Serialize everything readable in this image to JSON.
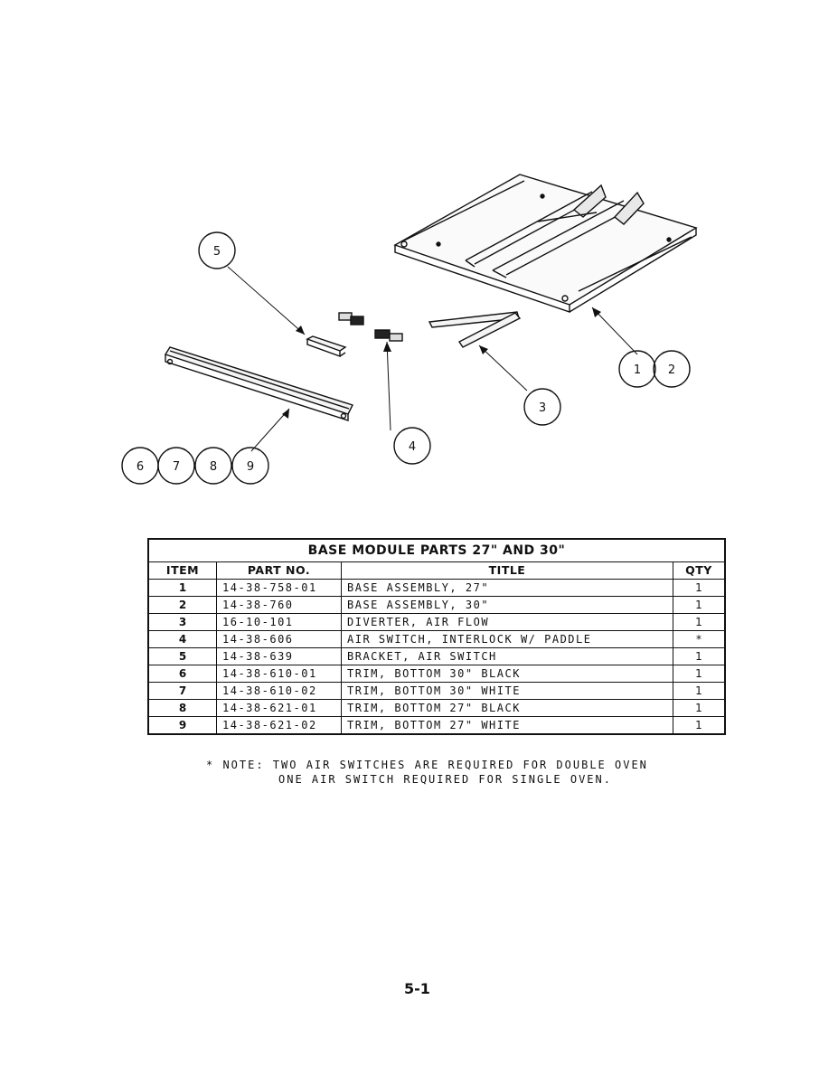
{
  "diagram": {
    "callouts": [
      "5",
      "1",
      "2",
      "3",
      "4",
      "6",
      "7",
      "8",
      "9"
    ]
  },
  "table": {
    "title": "BASE MODULE PARTS 27\" AND 30\"",
    "headers": [
      "ITEM",
      "PART NO.",
      "TITLE",
      "QTY"
    ],
    "rows": [
      {
        "item": "1",
        "part_no": "14-38-758-01",
        "title": "BASE ASSEMBLY, 27\"",
        "qty": "1"
      },
      {
        "item": "2",
        "part_no": "14-38-760",
        "title": "BASE ASSEMBLY, 30\"",
        "qty": "1"
      },
      {
        "item": "3",
        "part_no": "16-10-101",
        "title": "DIVERTER, AIR FLOW",
        "qty": "1"
      },
      {
        "item": "4",
        "part_no": "14-38-606",
        "title": "AIR SWITCH, INTERLOCK W/ PADDLE",
        "qty": "*"
      },
      {
        "item": "5",
        "part_no": "14-38-639",
        "title": "BRACKET, AIR SWITCH",
        "qty": "1"
      },
      {
        "item": "6",
        "part_no": "14-38-610-01",
        "title": "TRIM, BOTTOM 30\" BLACK",
        "qty": "1"
      },
      {
        "item": "7",
        "part_no": "14-38-610-02",
        "title": "TRIM, BOTTOM 30\" WHITE",
        "qty": "1"
      },
      {
        "item": "8",
        "part_no": "14-38-621-01",
        "title": "TRIM, BOTTOM 27\" BLACK",
        "qty": "1"
      },
      {
        "item": "9",
        "part_no": "14-38-621-02",
        "title": "TRIM, BOTTOM 27\" WHITE",
        "qty": "1"
      }
    ]
  },
  "note": {
    "line1": "* NOTE: TWO AIR SWITCHES ARE REQUIRED FOR DOUBLE OVEN",
    "line2": "ONE AIR SWITCH REQUIRED FOR SINGLE OVEN."
  },
  "page_number": "5-1"
}
